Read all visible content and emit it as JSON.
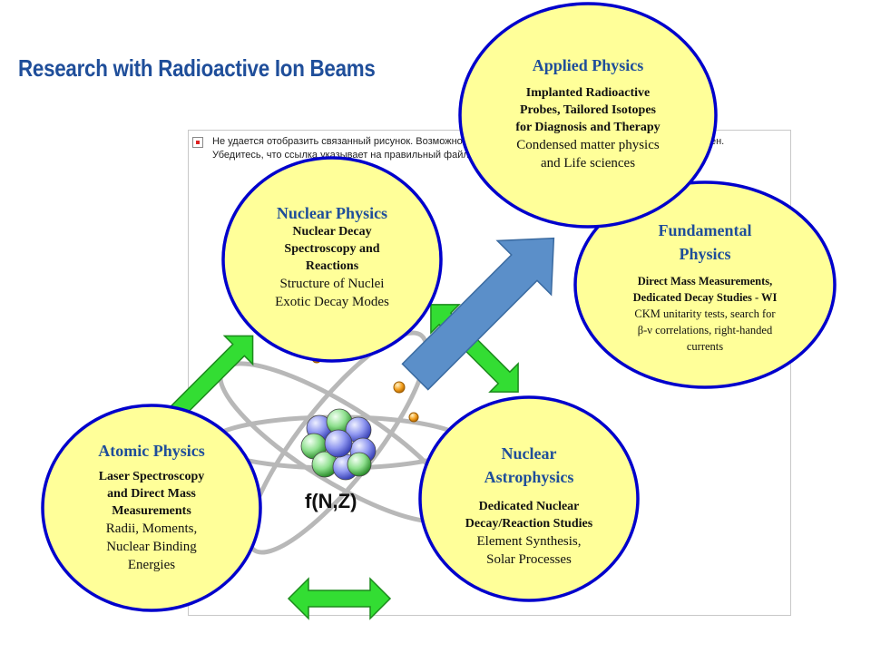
{
  "title": "Research with Radioactive Ion Beams",
  "placeholder_message": "Не удается отобразить связанный рисунок. Возможно, этот файл был перемещен, переименован или удален. Убедитесь, что ссылка указывает на правильный файл и верное размещение.",
  "formula": "f(N,Z)",
  "nodes": {
    "nuclear": {
      "heading": "Nuclear Physics",
      "bold": [
        "Nuclear Decay",
        "Spectroscopy and",
        "Reactions"
      ],
      "normal": [
        "Structure of Nuclei",
        "Exotic Decay Modes"
      ]
    },
    "applied": {
      "heading": "Applied Physics",
      "bold": [
        "Implanted Radioactive",
        "Probes, Tailored Isotopes",
        "for Diagnosis and Therapy"
      ],
      "normal": [
        "Condensed matter physics",
        "and Life sciences"
      ]
    },
    "fundamental": {
      "heading": [
        "Fundamental",
        "Physics"
      ],
      "bold": [
        "Direct Mass Measurements,",
        "Dedicated Decay Studies - WI"
      ],
      "normal": [
        "CKM unitarity tests, search for",
        "β-ν correlations, right-handed",
        "currents"
      ]
    },
    "atomic": {
      "heading": "Atomic Physics",
      "bold": [
        "Laser Spectroscopy",
        "and Direct Mass",
        "Measurements"
      ],
      "normal": [
        "Radii, Moments,",
        "Nuclear Binding",
        "Energies"
      ]
    },
    "astro": {
      "heading": [
        "Nuclear",
        "Astrophysics"
      ],
      "bold": [
        "Dedicated Nuclear",
        "Decay/Reaction Studies"
      ],
      "normal": [
        "Element Synthesis,",
        "Solar Processes"
      ]
    }
  },
  "colors": {
    "bubble_fill": "#ffff99",
    "bubble_stroke": "#0000cc",
    "heading": "#1f4e9a",
    "arrow_green": "#33dd33",
    "arrow_blue": "#5b8fc9"
  }
}
